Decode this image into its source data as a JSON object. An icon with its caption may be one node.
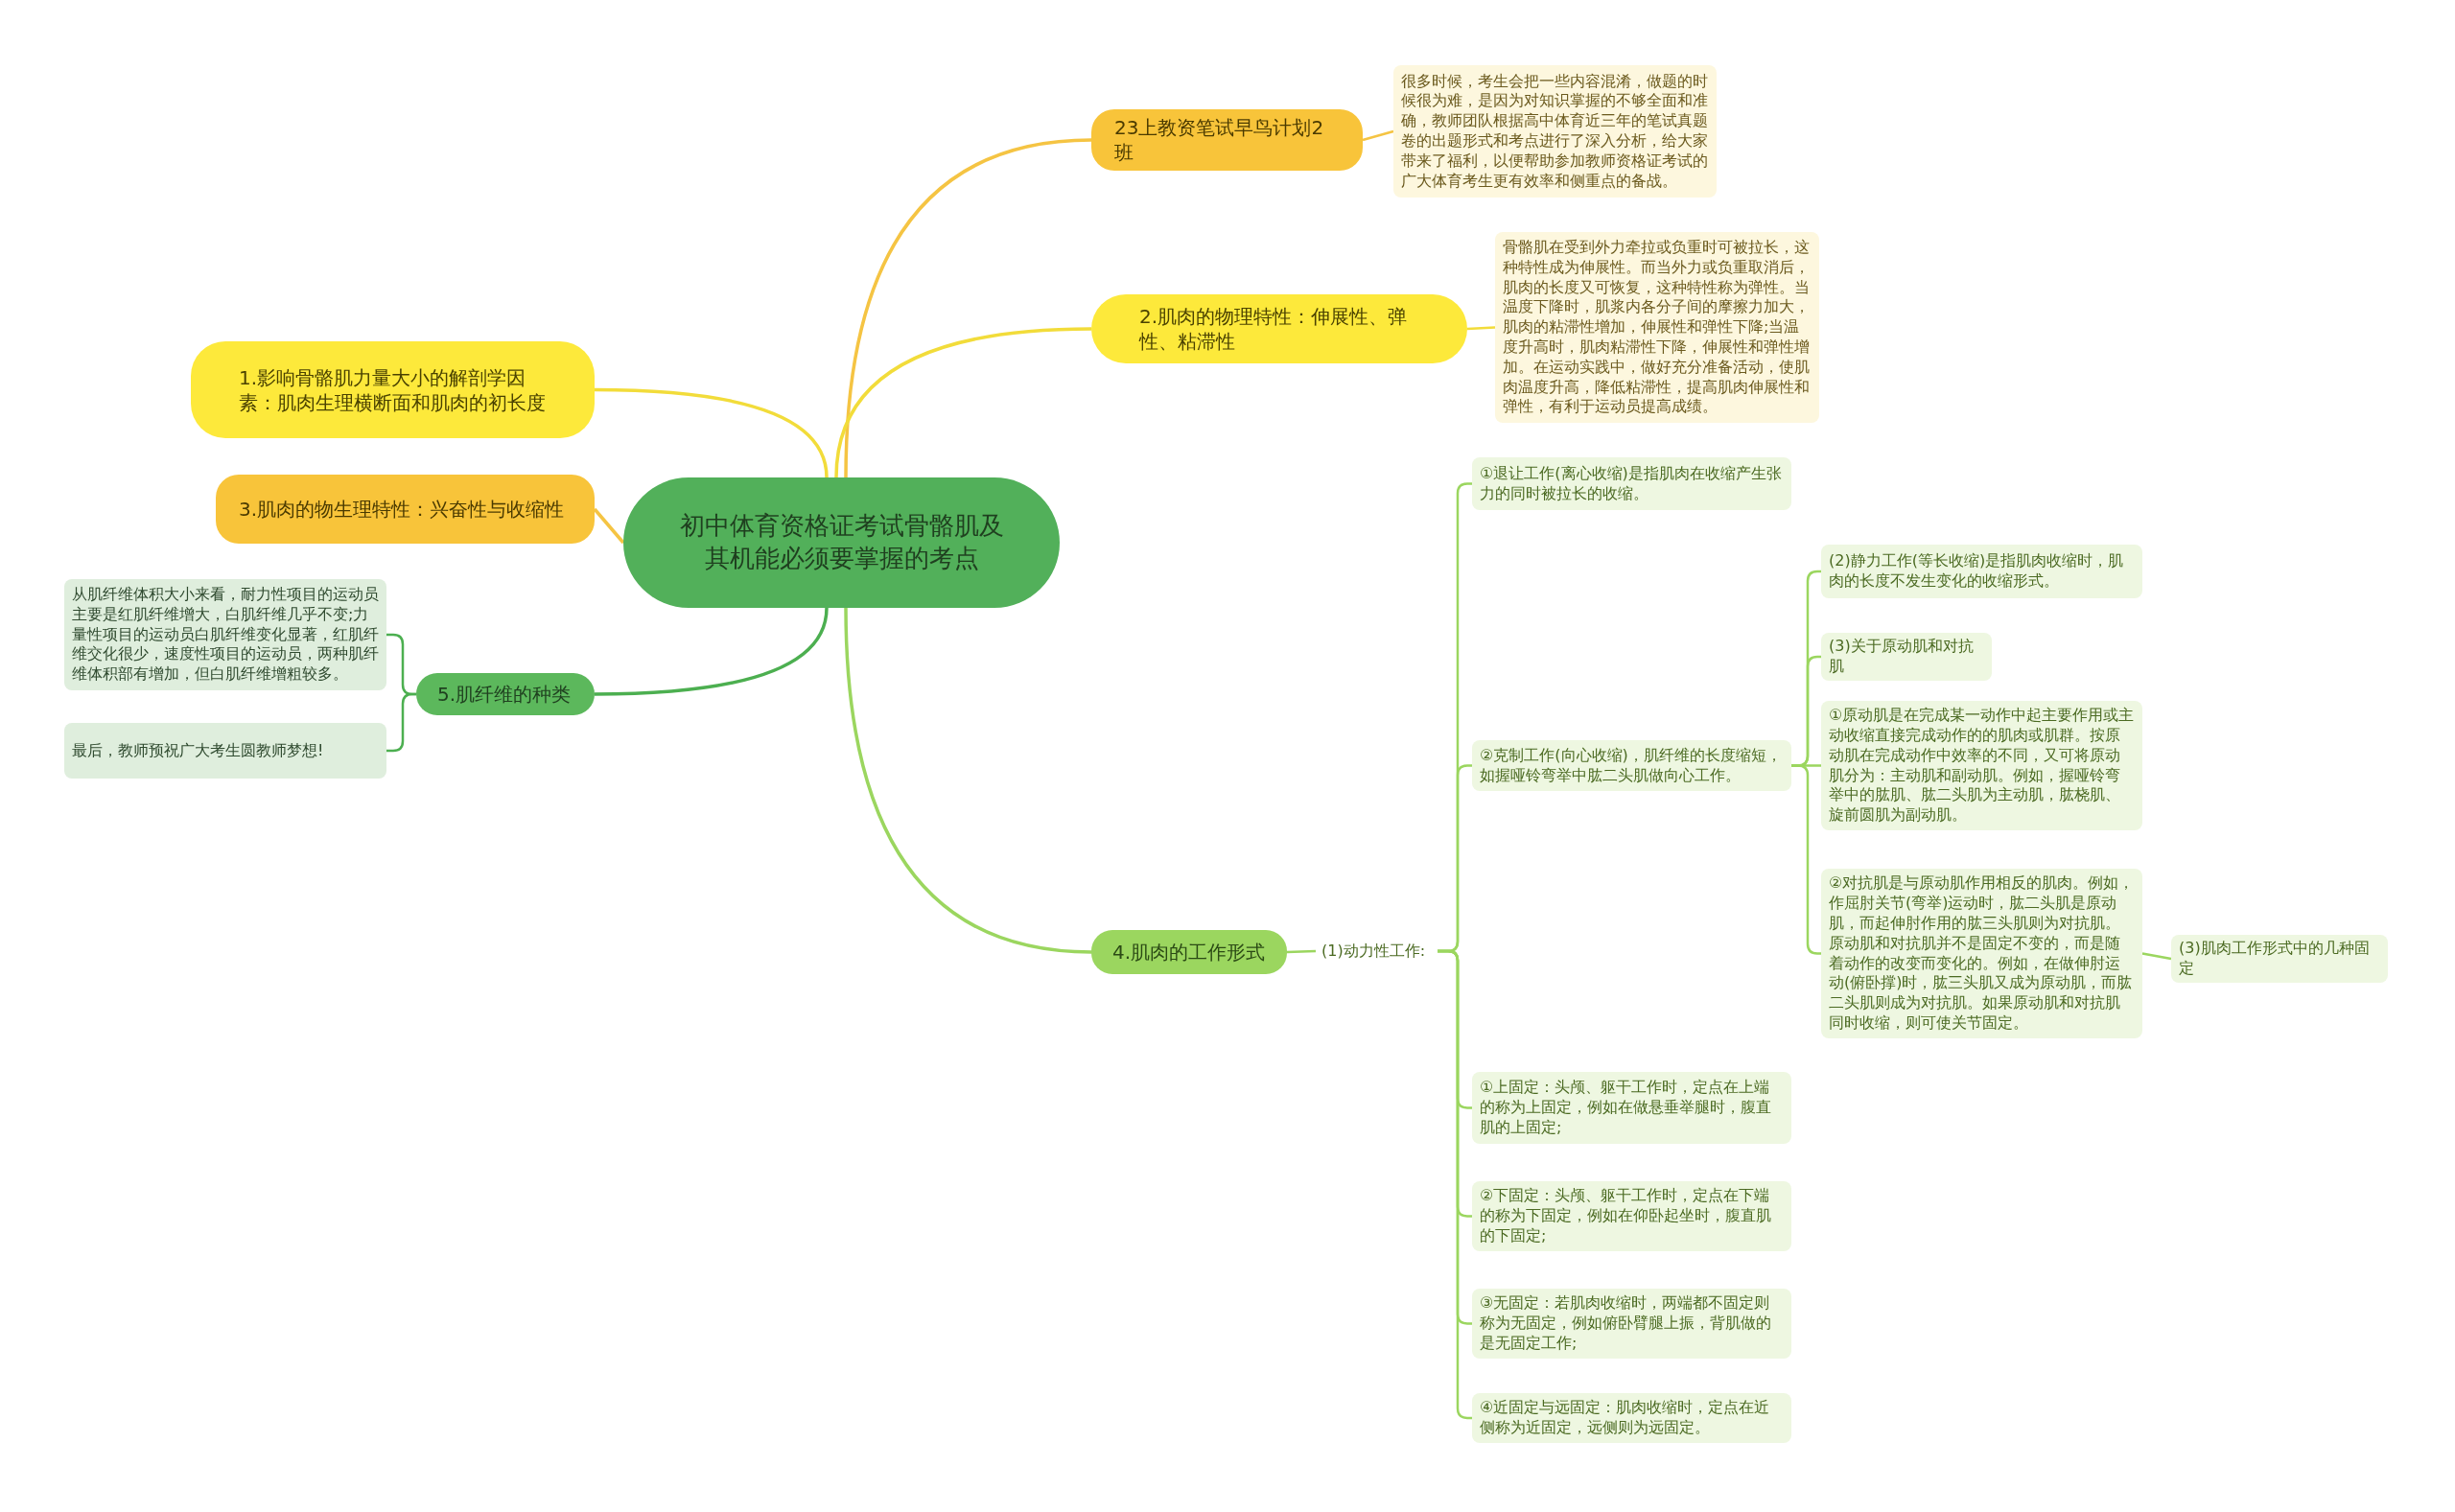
{
  "diagram": {
    "nodes": [
      {
        "text": [
          "初中体育资格证考试骨骼肌及其机能必须要掌握的考点"
        ]
      },
      {
        "text": [
          "23上教资笔试早鸟计划2班"
        ]
      },
      {
        "text": [
          "很多时候，考生会把一些内容混淆，做题的时候很为难，是因为对知识掌握的不够全面和准确，教师团队根据高中体育近三年的笔试真题卷的出题形式和考点进行了深入分析，给大家带来了福利，以便帮助参加教师资格证考试的广大体育考生更有效率和侧重点的备战。"
        ]
      },
      {
        "text": [
          "2.肌肉的物理特性：伸展性、弹性、粘滞性"
        ]
      },
      {
        "text": [
          "骨骼肌在受到外力牵拉或负重时可被拉长，这种特性成为伸展性。而当外力或负重取消后，肌肉的长度又可恢复，这种特性称为弹性。当温度下降时，肌浆内各分子间的摩擦力加大，肌肉的粘滞性增加，伸展性和弹性下降;当温度升高时，肌肉粘滞性下降，伸展性和弹性增加。在运动实践中，做好充分准备活动，使肌肉温度升高，降低粘滞性，提高肌肉伸展性和弹性，有利于运动员提高成绩。"
        ]
      },
      {
        "text": [
          "1.影响骨骼肌力量大小的解剖学因素：肌肉生理横断面和肌肉的初长度"
        ]
      },
      {
        "text": [
          "3.肌肉的物生理特性：兴奋性与收缩性"
        ]
      },
      {
        "text": [
          "5.肌纤维的种类"
        ]
      },
      {
        "text": [
          "从肌纤维体积大小来看，耐力性项目的运动员主要是红肌纤维增大，白肌纤维几乎不变;力量性项目的运动员白肌纤维变化显著，红肌纤维交化很少，速度性项目的运动员，两种肌纤维体积部有增加，但白肌纤维增粗较多。"
        ]
      },
      {
        "text": [
          "最后，教师预祝广大考生圆教师梦想!"
        ]
      },
      {
        "text": [
          "4.肌肉的工作形式"
        ]
      },
      {
        "text": [
          "(1)动力性工作:"
        ]
      },
      {
        "text": [
          "①退让工作(离心收缩)是指肌肉在收缩产生张力的同时被拉长的收缩。"
        ]
      },
      {
        "text": [
          "②克制工作(向心收缩)，肌纤维的长度缩短，如握哑铃弯举中肱二头肌做向心工作。"
        ]
      },
      {
        "text": [
          "(2)静力工作(等长收缩)是指肌肉收缩时，肌肉的长度不发生变化的收缩形式。"
        ]
      },
      {
        "text": [
          "(3)关于原动肌和对抗肌"
        ]
      },
      {
        "text": [
          "①原动肌是在完成某一动作中起主要作用或主动收缩直接完成动作的的肌肉或肌群。按原动肌在完成动作中效率的不同，又可将原动肌分为：主动肌和副动肌。例如，握哑铃弯举中的肱肌、肱二头肌为主动肌，肱桡肌、旋前圆肌为副动肌。"
        ]
      },
      {
        "text": [
          "②对抗肌是与原动肌作用相反的肌肉。例如，作屈肘关节(弯举)运动时，肱二头肌是原动肌，而起伸肘作用的肱三头肌则为对抗肌。原动肌和对抗肌并不是固定不变的，而是随着动作的改变而变化的。例如，在做伸肘运动(俯卧撑)时，肱三头肌又成为原动肌，而肱二头肌则成为对抗肌。如果原动肌和对抗肌同时收缩，则可使关节固定。"
        ]
      },
      {
        "text": [
          "(3)肌肉工作形式中的几种固定"
        ]
      },
      {
        "text": [
          "①上固定：头颅、躯干工作时，定点在上端的称为上固定，例如在做悬垂举腿时，腹直肌的上固定;"
        ]
      },
      {
        "text": [
          "②下固定：头颅、躯干工作时，定点在下端的称为下固定，例如在仰卧起坐时，腹直肌的下固定;"
        ]
      },
      {
        "text": [
          "③无固定：若肌肉收缩时，两端都不固定则称为无固定，例如俯卧臂腿上振，背肌做的是无固定工作;"
        ]
      },
      {
        "text": [
          "④近固定与远固定：肌肉收缩时，定点在近侧称为近固定，远侧则为远固定。"
        ]
      }
    ],
    "edges": [
      {
        "from": 0,
        "to": 1,
        "arrow": "none",
        "color": "#f5c443"
      },
      {
        "from": 1,
        "to": 2,
        "arrow": "none",
        "color": "#f5c443"
      },
      {
        "from": 0,
        "to": 3,
        "arrow": "none",
        "color": "#f2dc3a"
      },
      {
        "from": 3,
        "to": 4,
        "arrow": "none",
        "color": "#f2dc3a"
      },
      {
        "from": 0,
        "to": 5,
        "arrow": "none",
        "color": "#f2dc3a"
      },
      {
        "from": 0,
        "to": 6,
        "arrow": "none",
        "color": "#f5c443"
      },
      {
        "from": 0,
        "to": 7,
        "arrow": "none",
        "color": "#4caf50"
      },
      {
        "from": 7,
        "to": 8,
        "arrow": "none",
        "color": "#4caf50"
      },
      {
        "from": 7,
        "to": 9,
        "arrow": "none",
        "color": "#4caf50"
      },
      {
        "from": 0,
        "to": 10,
        "arrow": "none"
      },
      {
        "from": 10,
        "to": 11,
        "arrow": "none"
      },
      {
        "from": 11,
        "to": 12,
        "arrow": "none"
      },
      {
        "from": 11,
        "to": 13,
        "arrow": "none"
      },
      {
        "from": 13,
        "to": 14,
        "arrow": "none"
      },
      {
        "from": 13,
        "to": 15,
        "arrow": "none"
      },
      {
        "from": 13,
        "to": 16,
        "arrow": "none"
      },
      {
        "from": 13,
        "to": 17,
        "arrow": "none"
      },
      {
        "from": 17,
        "to": 18,
        "arrow": "none"
      },
      {
        "from": 11,
        "to": 19,
        "arrow": "none"
      },
      {
        "from": 11,
        "to": 20,
        "arrow": "none"
      },
      {
        "from": 11,
        "to": 21,
        "arrow": "none"
      },
      {
        "from": 11,
        "to": 22,
        "arrow": "none"
      }
    ]
  }
}
